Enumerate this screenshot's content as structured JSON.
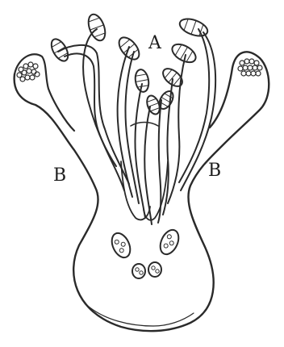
{
  "labels": {
    "stamens": "A",
    "left_connective": "B",
    "right_connective": "B"
  }
}
